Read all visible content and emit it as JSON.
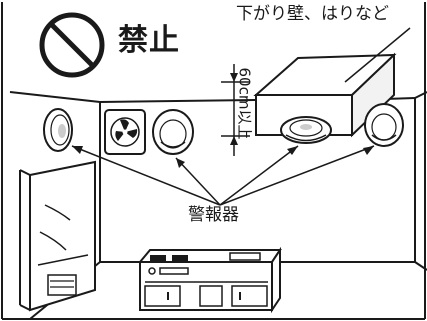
{
  "prohibit_label": "禁止",
  "beam_label": "下がり壁、はりなど",
  "distance_label": "60cm以上",
  "alarm_label": "警報器",
  "colors": {
    "ink": "#1a1a1a",
    "paper": "#ffffff",
    "shade": "#e6e6e6"
  },
  "icons": [
    "prohibit-icon",
    "ventilation-fan-icon",
    "smoke-alarm-icon",
    "refrigerator-icon",
    "stove-icon"
  ]
}
